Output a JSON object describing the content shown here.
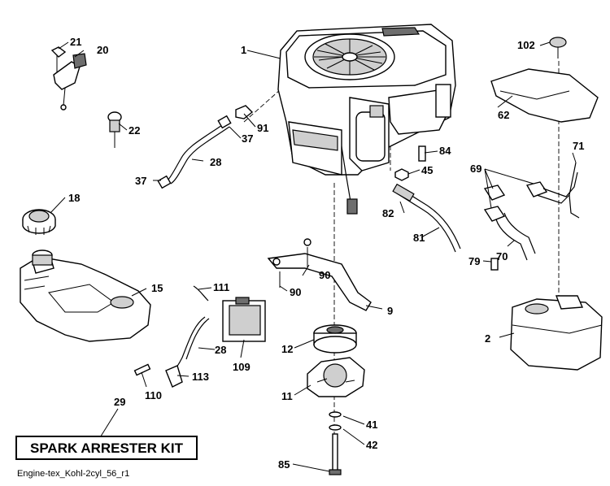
{
  "labels": {
    "l1": "1",
    "l2": "2",
    "l9": "9",
    "l11": "11",
    "l12": "12",
    "l15": "15",
    "l18": "18",
    "l20": "20",
    "l21": "21",
    "l22": "22",
    "l28a": "28",
    "l28b": "28",
    "l29": "29",
    "l37a": "37",
    "l37b": "37",
    "l41": "41",
    "l42": "42",
    "l45": "45",
    "l62": "62",
    "l69": "69",
    "l70": "70",
    "l71": "71",
    "l79": "79",
    "l81": "81",
    "l82": "82",
    "l84": "84",
    "l85": "85",
    "l90a": "90",
    "l90b": "90",
    "l91": "91",
    "l102": "102",
    "l109": "109",
    "l110": "110",
    "l111": "111",
    "l113": "113"
  },
  "kit": {
    "title": "SPARK ARRESTER KIT"
  },
  "footer": {
    "code": "Engine-tex_Kohl-2cyl_56_r1"
  }
}
